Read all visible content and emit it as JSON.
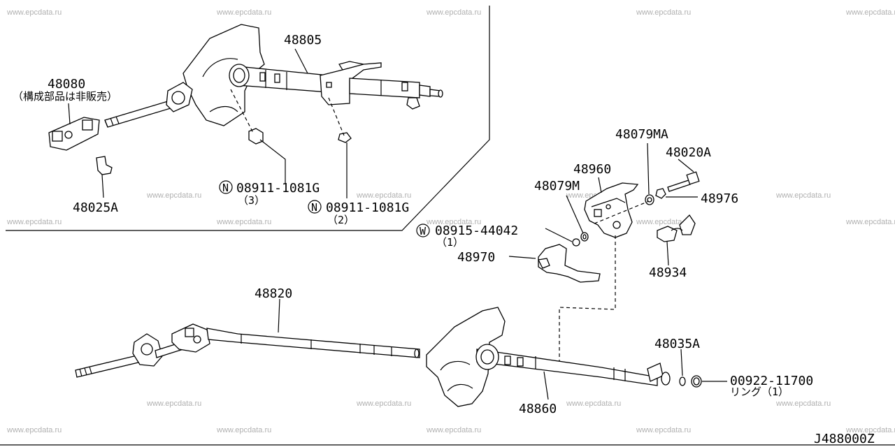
{
  "watermark": "www.epcdata.ru",
  "diagram_code": "J488000Z",
  "labels": {
    "p48805": "48805",
    "p48080": "48080",
    "p48080_note": "（構成部品は非販売）",
    "p48025A": "48025A",
    "n1_code": "08911-1081G",
    "n1_qty": "（3）",
    "n2_code": "08911-1081G",
    "n2_qty": "（2）",
    "n_symbol": "N",
    "w_symbol": "W",
    "w_code": "08915-44042",
    "w_qty": "（1）",
    "p48079MA": "48079MA",
    "p48020A": "48020A",
    "p48960": "48960",
    "p48079M": "48079M",
    "p48976": "48976",
    "p48970": "48970",
    "p48934": "48934",
    "p48820": "48820",
    "p48035A": "48035A",
    "ring_code": "00922-11700",
    "ring_note": "リング（1）",
    "p48860": "48860"
  }
}
